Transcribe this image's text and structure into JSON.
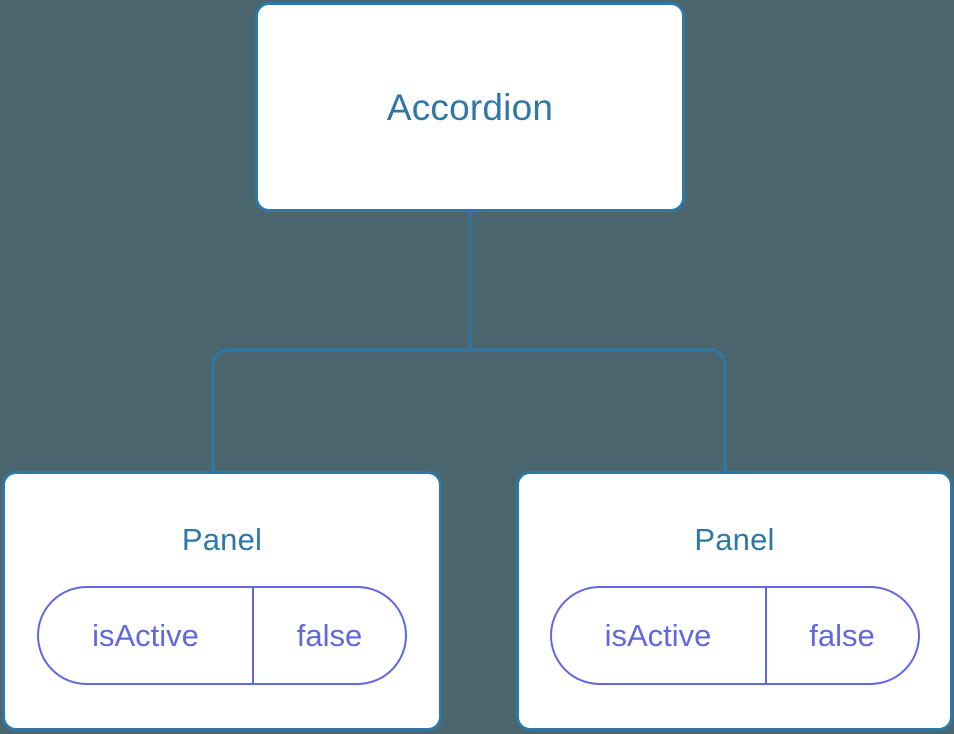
{
  "diagram": {
    "type": "component-tree",
    "background_color": "#4b666f",
    "node_border_color": "#2e78a6",
    "node_title_color": "#2e78a6",
    "node_fill_color": "#ffffff",
    "prop_color": "#6068df",
    "connector_color": "#2e78a6",
    "root": {
      "title": "Accordion"
    },
    "children": [
      {
        "title": "Panel",
        "props": [
          {
            "key": "isActive",
            "value": "false"
          }
        ]
      },
      {
        "title": "Panel",
        "props": [
          {
            "key": "isActive",
            "value": "false"
          }
        ]
      }
    ]
  }
}
